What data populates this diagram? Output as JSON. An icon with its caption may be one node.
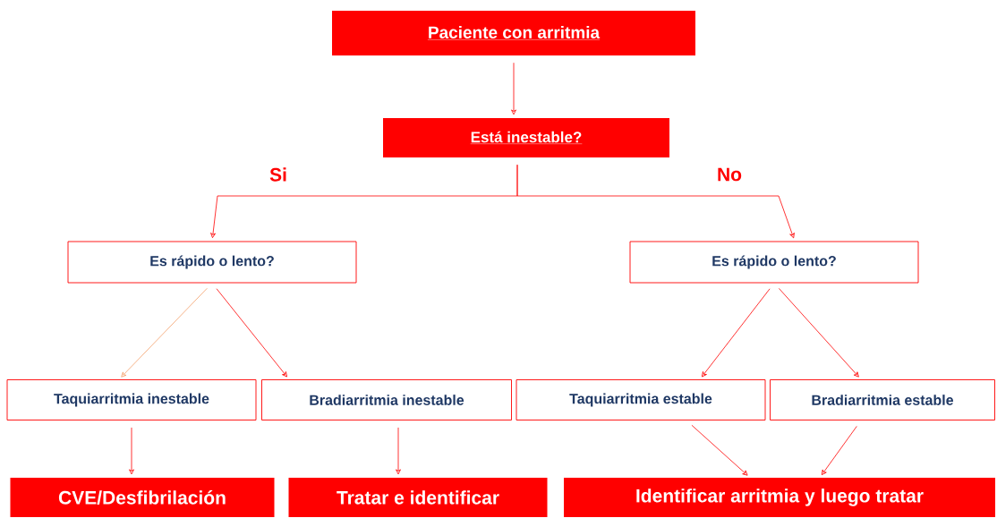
{
  "diagram": {
    "nodes": [
      {
        "text": [
          "Paciente con arritmia"
        ]
      },
      {
        "text": [
          "Está inestable?"
        ]
      },
      {
        "text": [
          "Es rápido o lento?"
        ]
      },
      {
        "text": [
          "Es rápido o lento?"
        ]
      },
      {
        "text": [
          "Taquiarritmia inestable"
        ]
      },
      {
        "text": [
          "Bradiarritmia inestable"
        ]
      },
      {
        "text": [
          "Taquiarritmia estable"
        ]
      },
      {
        "text": [
          "Bradiarritmia estable"
        ]
      },
      {
        "text": [
          "CVE/Desfibrilación"
        ]
      },
      {
        "text": [
          "Tratar e identificar"
        ]
      },
      {
        "text": [
          "Identificar arritmia y luego tratar"
        ]
      }
    ],
    "edges": [
      {
        "from": 0,
        "to": 1,
        "arrow": "to"
      },
      {
        "from": 1,
        "to": 2,
        "arrow": "to",
        "label": "Si"
      },
      {
        "from": 1,
        "to": 3,
        "arrow": "to",
        "label": "No"
      },
      {
        "from": 2,
        "to": 4,
        "arrow": "to",
        "color": "#f4a06a"
      },
      {
        "from": 2,
        "to": 5,
        "arrow": "to"
      },
      {
        "from": 3,
        "to": 6,
        "arrow": "to"
      },
      {
        "from": 3,
        "to": 7,
        "arrow": "to"
      },
      {
        "from": 4,
        "to": 8,
        "arrow": "to"
      },
      {
        "from": 5,
        "to": 9,
        "arrow": "to"
      },
      {
        "from": 6,
        "to": 10,
        "arrow": "to"
      },
      {
        "from": 7,
        "to": 10,
        "arrow": "to"
      }
    ]
  }
}
